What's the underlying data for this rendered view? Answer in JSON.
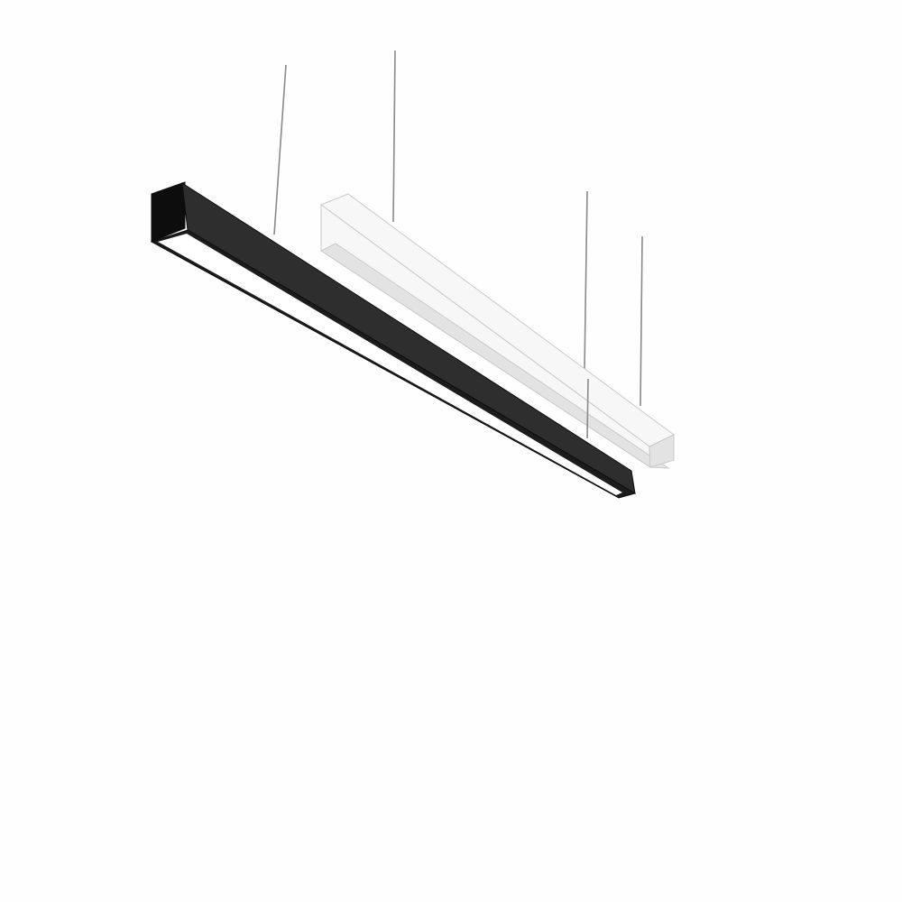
{
  "scene": {
    "background": "#fefefe",
    "fixtures": [
      {
        "id": "white-linear-pendant",
        "finish": "white",
        "body_color": "#f7f7f7",
        "shade_color": "#e3e3e3",
        "edge_color": "#c9c9c9",
        "suspension_wires": 2
      },
      {
        "id": "black-linear-pendant",
        "finish": "black",
        "body_color": "#2e2e2e",
        "shade_color": "#1c1c1c",
        "edge_color": "#0d0d0d",
        "diffuser_color": "#ffffff",
        "suspension_wires": 2
      }
    ],
    "wire_color": "#8a8a8a"
  }
}
